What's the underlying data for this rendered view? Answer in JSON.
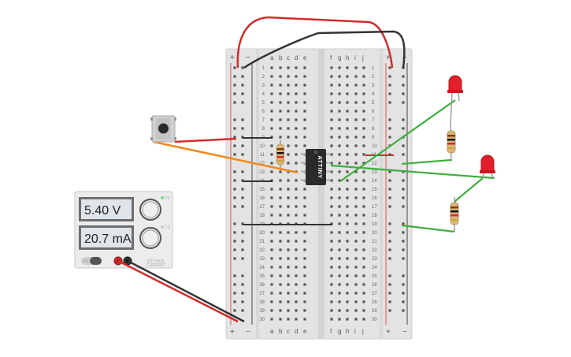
{
  "breadboard": {
    "columns_left": [
      "a",
      "b",
      "c",
      "d",
      "e"
    ],
    "columns_right": [
      "f",
      "g",
      "h",
      "i",
      "j"
    ],
    "rows": 30,
    "rail_plus": "+",
    "rail_minus": "−",
    "row_labels": [
      "1",
      "2",
      "3",
      "4",
      "5",
      "6",
      "7",
      "8",
      "9",
      "10",
      "11",
      "12",
      "13",
      "14",
      "15",
      "16",
      "17",
      "18",
      "19",
      "20",
      "21",
      "22",
      "23",
      "24",
      "25",
      "26",
      "27",
      "28",
      "29",
      "30"
    ]
  },
  "chip": {
    "label": "ATTINY"
  },
  "power_supply": {
    "voltage": "5.40 V",
    "current": "20.7 mA",
    "on_label": "ON",
    "small_labels": [
      "CV",
      "CC",
      "VOLTAGE",
      "CURRENT"
    ]
  },
  "colors": {
    "wire_red": "#d42b2b",
    "wire_black": "#333333",
    "wire_green": "#3faf3f",
    "wire_orange": "#f08a1c",
    "board": "#e4e4e4",
    "led_red": "#e0202a",
    "lcd_bg": "#dfe5e8"
  }
}
